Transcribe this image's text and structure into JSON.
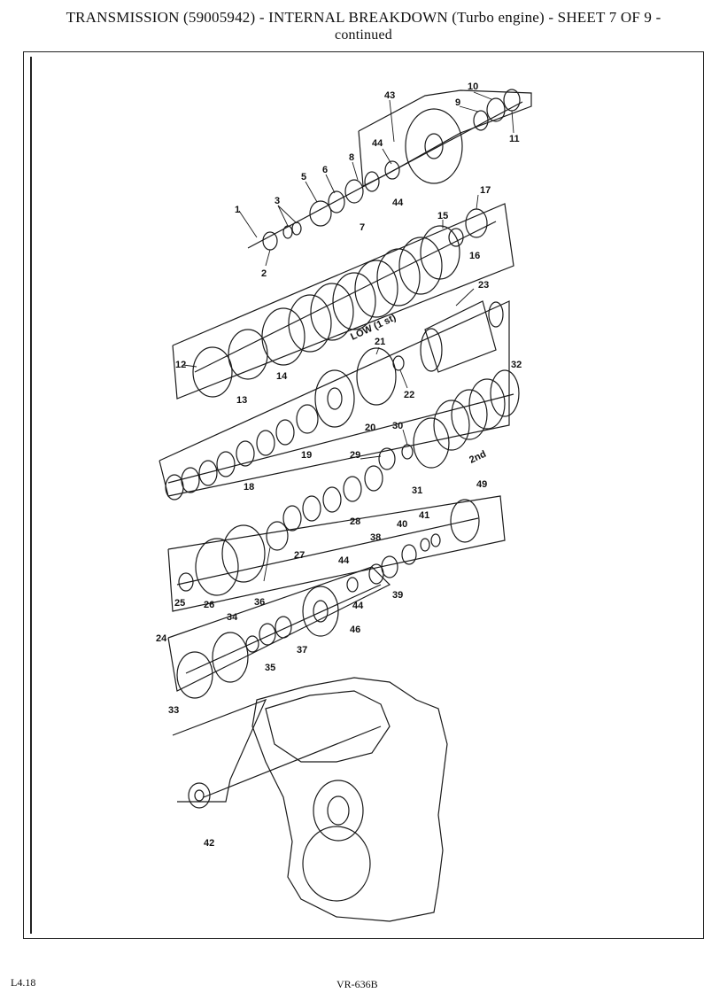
{
  "header": {
    "title": "TRANSMISSION (59005942) - INTERNAL BREAKDOWN (Turbo engine) - SHEET 7 OF 9 -",
    "subtitle": "continued"
  },
  "diagram": {
    "callouts": [
      "1",
      "2",
      "3",
      "5",
      "6",
      "7",
      "8",
      "9",
      "10",
      "11",
      "12",
      "13",
      "14",
      "15",
      "16",
      "17",
      "18",
      "19",
      "20",
      "21",
      "22",
      "23",
      "24",
      "25",
      "26",
      "27",
      "28",
      "29",
      "30",
      "31",
      "32",
      "33",
      "34",
      "35",
      "36",
      "37",
      "38",
      "39",
      "40",
      "41",
      "42",
      "43",
      "44",
      "44",
      "44",
      "44",
      "46",
      "49"
    ],
    "labels": {
      "low": "LOW (1 st)",
      "second": "2nd"
    }
  },
  "footer": {
    "left": "L4.18",
    "center": "VR-636B"
  }
}
